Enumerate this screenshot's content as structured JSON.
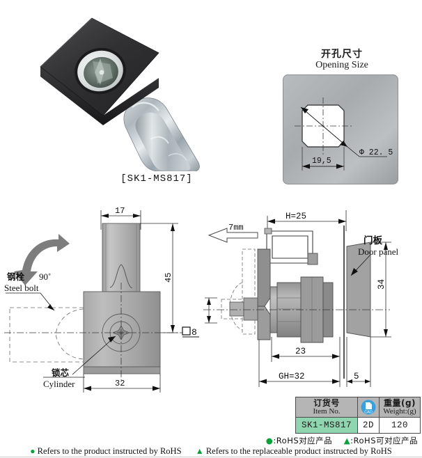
{
  "photo": {
    "caption": "[SK1-MS817]",
    "alt": "square-cap-cam-lock-photo"
  },
  "opening": {
    "title_cn": "开孔尺寸",
    "title_en": "Opening Size",
    "width_dim": "19,5",
    "diameter_dim": "Φ 22. 5"
  },
  "drawing_left": {
    "dim_top": "17",
    "dim_right": "45",
    "dim_bottom": "32",
    "rotation": "90˚",
    "square_callout": "8",
    "label_bolt_cn": "钢栓",
    "label_bolt_en": "Steel bolt",
    "label_cyl_cn": "锁芯",
    "label_cyl_en": "Cylinder"
  },
  "drawing_right": {
    "dim_h": "H=25",
    "dim_arrow": "7mm",
    "label_door_cn": "门板",
    "label_door_en": "Door panel",
    "dim_34": "34",
    "dim_23": "23",
    "dim_gh": "GH=32",
    "dim_5": "5"
  },
  "table": {
    "headers": [
      {
        "cn": "订货号",
        "en": "Item No."
      },
      {
        "cn": "",
        "en": "",
        "icon": "cad-icon"
      },
      {
        "cn": "重量(g)",
        "en": "Weight:(g)"
      }
    ],
    "rows": [
      {
        "item_no": "SK1-MS817",
        "cad": "2D",
        "weight": "120"
      }
    ],
    "header_bg": "#b5b5b5",
    "item_bg": "#8fd6b0",
    "cad_icon_color": "#3aa0dd"
  },
  "footer": {
    "cn_dot": "●",
    "cn_dot_text": ":RoHS对应产品",
    "cn_tri": "▲",
    "cn_tri_text": ":RoHS可对应产品",
    "en_dot": "●",
    "en_dot_text": "Refers to the product instructed by RoHS",
    "en_tri": "▲",
    "en_tri_text": "Refers to the replaceable product instructed by RoHS",
    "marker_color": "#0aa13c"
  }
}
